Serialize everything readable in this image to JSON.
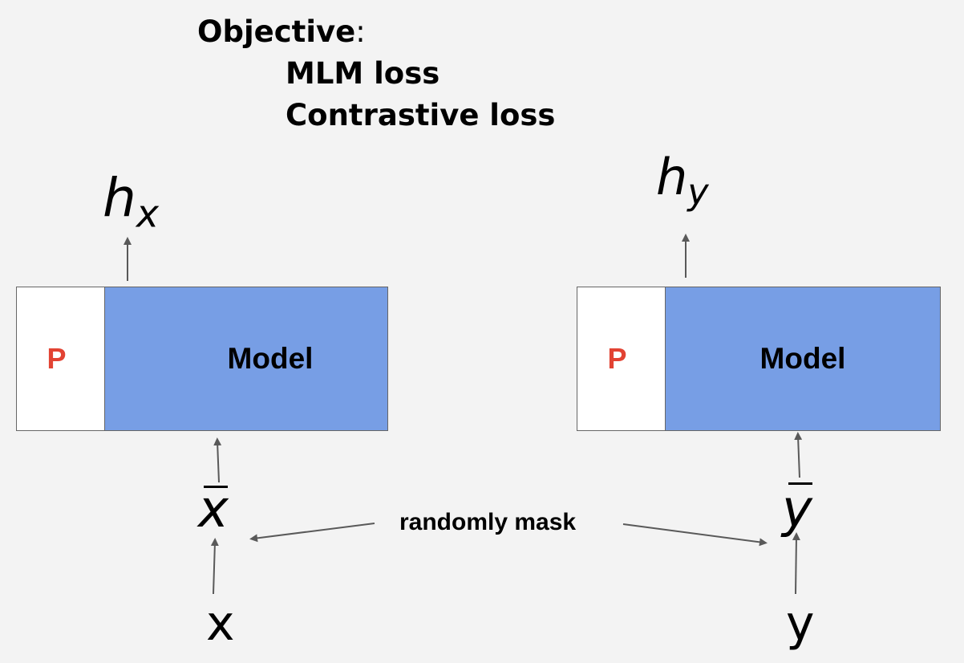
{
  "objective": {
    "heading": "Objective",
    "colon": ":",
    "items": [
      "MLM loss",
      "Contrastive loss"
    ]
  },
  "left_encoder": {
    "prompt_label": "P",
    "model_label": "Model",
    "output_base": "h",
    "output_sub": "x",
    "masked_input": "x",
    "raw_input": "x"
  },
  "right_encoder": {
    "prompt_label": "P",
    "model_label": "Model",
    "output_base": "h",
    "output_sub": "y",
    "masked_input": "y",
    "raw_input": "y"
  },
  "mask_label": "randomly mask",
  "colors": {
    "background": "#f3f3f3",
    "model_fill": "#779ee5",
    "prompt_fill": "#ffffff",
    "prompt_text": "#e24333",
    "arrow": "#595959"
  }
}
